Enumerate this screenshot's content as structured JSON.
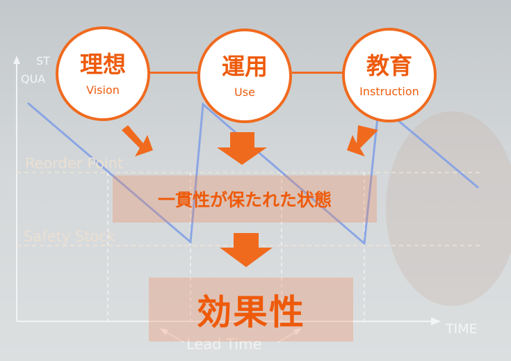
{
  "nodes": [
    {
      "kanji": "理想",
      "english": "Vision"
    },
    {
      "kanji": "運用",
      "english": "Use"
    },
    {
      "kanji": "教育",
      "english": "Instruction"
    }
  ],
  "state_label": "一貫性が保たれた状態",
  "result_label": "効果性",
  "background": {
    "axis_y_top": "ST",
    "axis_y_bottom": "QUA",
    "reorder_point": "Reorder Point",
    "safety_stock": "Safety Stock",
    "lead_time": "Lead Time",
    "time_axis": "TIME"
  },
  "colors": {
    "accent": "#f06a1e",
    "text_accent": "#ed5b0c",
    "line_blue": "#7e9ce6"
  }
}
